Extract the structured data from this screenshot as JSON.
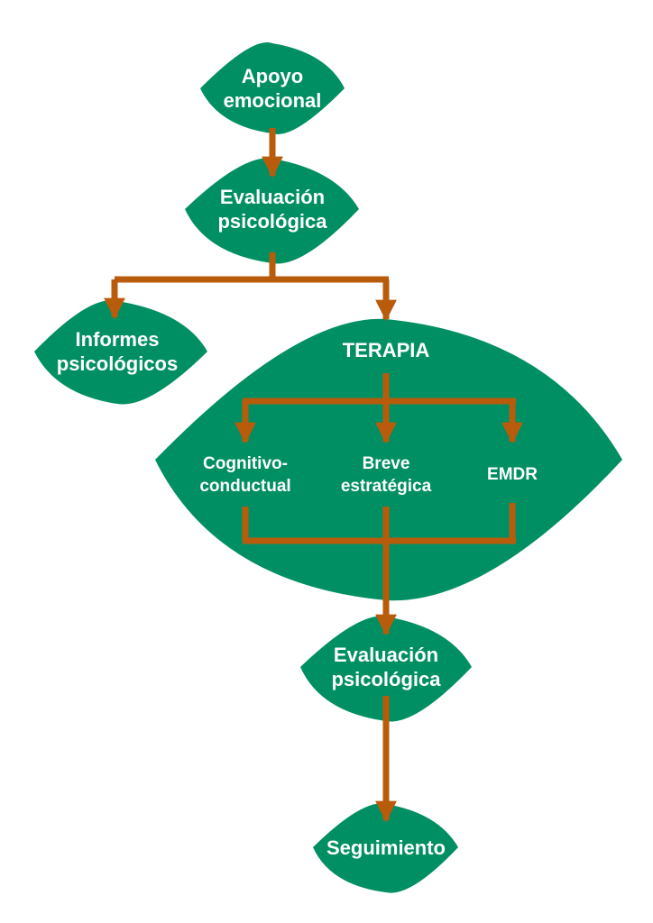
{
  "colors": {
    "node_fill": "#008f62",
    "connector": "#b85c0c",
    "text": "#ffffff"
  },
  "nodes": {
    "apoyo": {
      "line1": "Apoyo",
      "line2": "emocional"
    },
    "evaluacion1": {
      "line1": "Evaluación",
      "line2": "psicológica"
    },
    "informes": {
      "line1": "Informes",
      "line2": "psicológicos"
    },
    "terapia": {
      "title": "TERAPIA",
      "cognitivo": {
        "line1": "Cognitivo-",
        "line2": "conductual"
      },
      "breve": {
        "line1": "Breve",
        "line2": "estratégica"
      },
      "emdr": {
        "line1": "EMDR"
      }
    },
    "evaluacion2": {
      "line1": "Evaluación",
      "line2": "psicológica"
    },
    "seguimiento": {
      "line1": "Seguimiento"
    }
  }
}
